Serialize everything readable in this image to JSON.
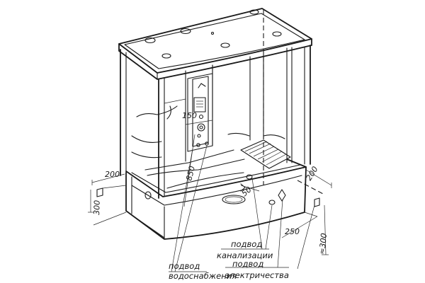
{
  "dimensions": {
    "d150": "150",
    "d850": "850",
    "d200_left": "200",
    "d300_left": "300",
    "d50": "50",
    "d200_right": "200",
    "d250": "250",
    "d300_right": "≈300"
  },
  "labels": {
    "water_line1": "подвод",
    "water_line2": "водоснабжения",
    "sewer_line1": "подвод",
    "sewer_line2": "канализации",
    "power_line1": "подвод",
    "power_line2": "электричества"
  }
}
